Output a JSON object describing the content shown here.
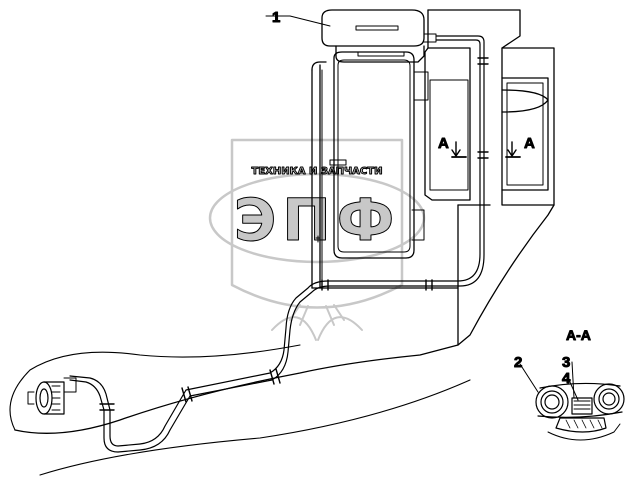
{
  "watermark": {
    "top_text": "ТЕХНИКА И ЗАПЧАСТИ",
    "main_text": "ЭПФ",
    "color": "#c8c8c8"
  },
  "labels": {
    "item1": "1",
    "item2": "2",
    "item3": "3",
    "item4": "4",
    "section_left": "A",
    "section_right": "A",
    "section_view": "A-A"
  },
  "colors": {
    "line": "#000000",
    "background": "#ffffff"
  }
}
